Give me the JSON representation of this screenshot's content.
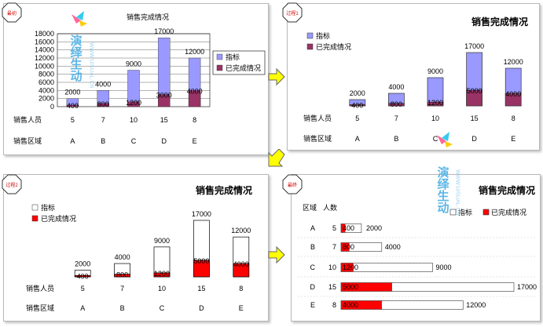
{
  "panels": {
    "p1": {
      "badge": "最初"
    },
    "p2": {
      "badge": "过程1"
    },
    "p3": {
      "badge": "过程2"
    },
    "p4": {
      "badge": "最终"
    }
  },
  "row_labels": {
    "staff": "销售人员",
    "region": "销售区域"
  },
  "table_headers": {
    "region": "区域",
    "staff": "人数"
  },
  "watermark": {
    "title": "演绎生动",
    "url": "WWW.UISUAL.CN"
  },
  "colors": {
    "target_blue": "#9999ff",
    "done_maroon": "#993366",
    "done_red": "#ff0000",
    "outline": "#000000"
  },
  "chart_data": [
    {
      "type": "bar",
      "title": "销售完成情况",
      "categories": [
        "A",
        "B",
        "C",
        "D",
        "E"
      ],
      "staff": [
        5,
        7,
        10,
        15,
        8
      ],
      "series": [
        {
          "name": "指标",
          "values": [
            2000,
            4000,
            9000,
            17000,
            12000
          ]
        },
        {
          "name": "已完成情况",
          "values": [
            400,
            800,
            1200,
            3000,
            4000
          ]
        }
      ],
      "ylim": [
        0,
        18000
      ],
      "yticks": [
        0,
        2000,
        4000,
        6000,
        8000,
        10000,
        12000,
        14000,
        16000,
        18000
      ],
      "grid": true,
      "legend": "right"
    },
    {
      "type": "bar",
      "title": "销售完成情况",
      "categories": [
        "A",
        "B",
        "C",
        "D",
        "E"
      ],
      "staff": [
        5,
        7,
        10,
        15,
        8
      ],
      "series": [
        {
          "name": "指标",
          "values": [
            2000,
            4000,
            9000,
            17000,
            12000
          ]
        },
        {
          "name": "已完成情况",
          "values": [
            400,
            800,
            1200,
            5000,
            4000
          ]
        }
      ],
      "legend": "top-left"
    },
    {
      "type": "bar",
      "title": "销售完成情况",
      "categories": [
        "A",
        "B",
        "C",
        "D",
        "E"
      ],
      "staff": [
        5,
        7,
        10,
        15,
        8
      ],
      "series": [
        {
          "name": "指标",
          "values": [
            2000,
            4000,
            9000,
            17000,
            12000
          ]
        },
        {
          "name": "已完成情况",
          "values": [
            400,
            800,
            1200,
            5000,
            4000
          ]
        }
      ],
      "legend": "top-left"
    },
    {
      "type": "bar",
      "orientation": "horizontal",
      "title": "销售完成情况",
      "categories": [
        "A",
        "B",
        "C",
        "D",
        "E"
      ],
      "staff": [
        5,
        7,
        10,
        15,
        8
      ],
      "series": [
        {
          "name": "指标",
          "values": [
            2000,
            4000,
            9000,
            17000,
            12000
          ]
        },
        {
          "name": "已完成情况",
          "values": [
            400,
            800,
            1200,
            5000,
            4000
          ]
        }
      ],
      "legend": "top-right"
    }
  ]
}
